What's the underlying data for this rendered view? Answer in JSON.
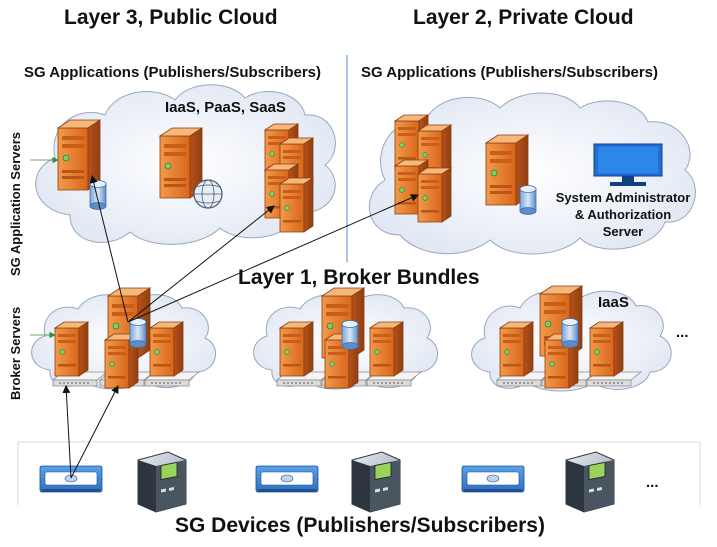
{
  "titles": {
    "layer3": "Layer 3, Public Cloud",
    "layer2": "Layer 2, Private Cloud",
    "layer1": "Layer 1, Broker Bundles"
  },
  "public_cloud": {
    "apps_label": "SG Applications (Publishers/Subscribers)",
    "service_label": "IaaS, PaaS, SaaS"
  },
  "private_cloud": {
    "apps_label": "SG Applications (Publishers/Subscribers)",
    "admin_line1": "System Administrator",
    "admin_line2": "& Authorization",
    "admin_line3": "Server"
  },
  "broker": {
    "iaas_label": "IaaS",
    "more": "..."
  },
  "side_labels": {
    "app_servers": "SG Application Servers",
    "broker_servers": "Broker Servers"
  },
  "devices": {
    "label": "SG Devices (Publishers/Subscribers)",
    "more": "..."
  },
  "colors": {
    "server_orange": "#e87722",
    "cloud_fill": "#ffffff",
    "cloud_stroke": "#9aa7bd",
    "divider": "#6f9fd8",
    "device_blue": "#3a82d6",
    "monitor_blue": "#1f6fd6",
    "platform_gray": "#f2f2f2"
  }
}
